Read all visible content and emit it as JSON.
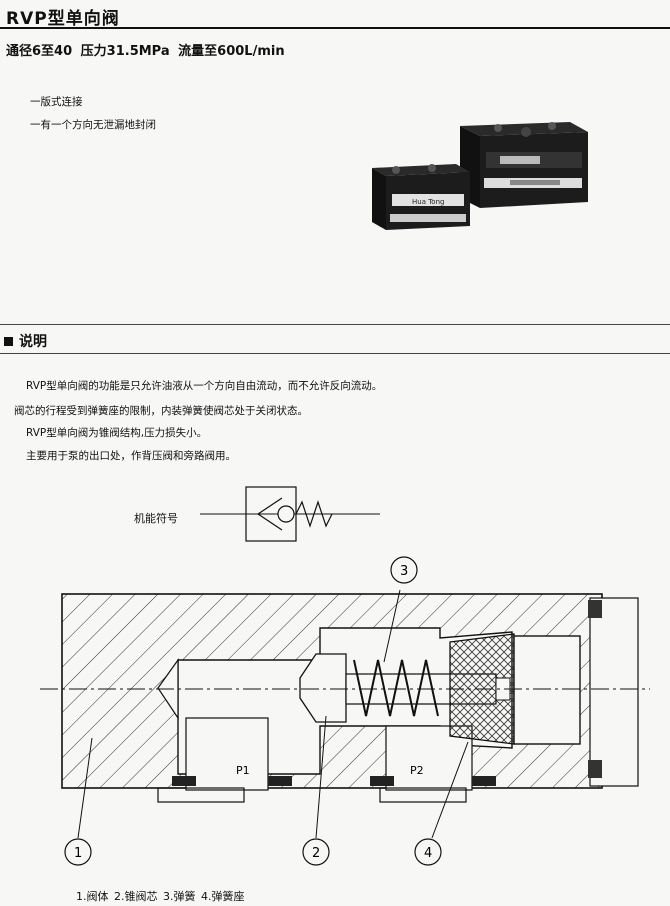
{
  "header": {
    "title": "RVP型单向阀",
    "specs": "通径6至40  压力31.5MPa  流量至600L/min"
  },
  "features": [
    "一版式连接",
    "一有一个方向无泄漏地封闭"
  ],
  "photo": {
    "brand": "Hua Tong"
  },
  "section": {
    "title": "说明",
    "paragraphs": [
      "RVP型单向阀的功能是只允许油液从一个方向自由流动，而不允许反向流动。",
      "阀芯的行程受到弹簧座的限制，内装弹簧使阀芯处于关闭状态。",
      "RVP型单向阀为锥阀结构,压力损失小。",
      "主要用于泵的出口处，作背压阀和旁路阀用。"
    ]
  },
  "symbol": {
    "label": "机能符号"
  },
  "drawing": {
    "ports": [
      "P1",
      "P2"
    ],
    "callouts": [
      "1",
      "2",
      "3",
      "4"
    ]
  },
  "legend": "1.阀体  2.锥阀芯  3.弹簧  4.弹簧座"
}
